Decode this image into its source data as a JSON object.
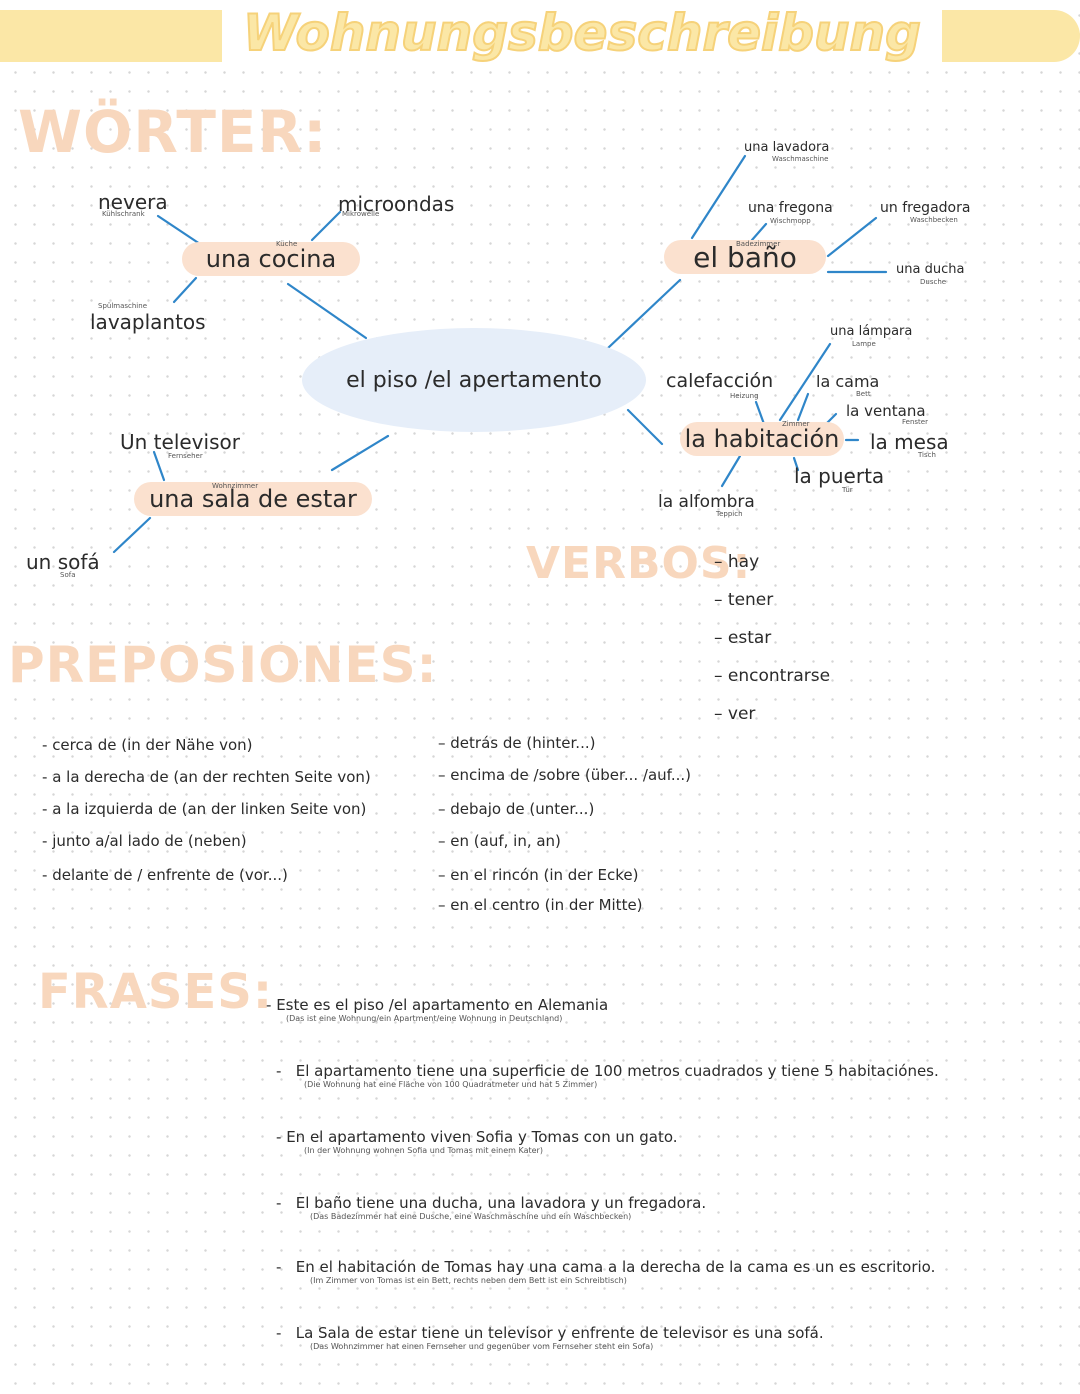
{
  "header": {
    "title": "Wohnungsbeschreibung"
  },
  "sections": {
    "woerter": "WÖRTER:",
    "verbos": "VERBOS:",
    "preposiones": "PREPOSIONES:",
    "frases": "FRASES:"
  },
  "mindmap": {
    "center": "el piso /el apertamento",
    "cocina": {
      "label": "una cocina",
      "trans": "Küche",
      "nevera": "nevera",
      "nevera_tr": "Kühlschrank",
      "microondas": "microondas",
      "microondas_tr": "Mikrowelle",
      "lavaplantos": "lavaplantos",
      "lavaplantos_tr": "Spülmaschine"
    },
    "sala": {
      "label": "una sala de estar",
      "trans": "Wohnzimmer",
      "televisor": "Un televisor",
      "televisor_tr": "Fernseher",
      "sofa": "un sofá",
      "sofa_tr": "Sofa"
    },
    "bano": {
      "label": "el baño",
      "trans": "Badezimmer",
      "lavadora": "una lavadora",
      "lavadora_tr": "Waschmaschine",
      "fregona": "una fregona",
      "fregona_tr": "Wischmopp",
      "fregadora": "un fregadora",
      "fregadora_tr": "Waschbecken",
      "ducha": "una ducha",
      "ducha_tr": "Dusche"
    },
    "habitacion": {
      "label": "la habitación",
      "trans": "Zimmer",
      "lampara": "una lámpara",
      "lampara_tr": "Lampe",
      "calefaccion": "calefacción",
      "calefaccion_tr": "Heizung",
      "cama": "la cama",
      "cama_tr": "Bett",
      "ventana": "la ventana",
      "ventana_tr": "Fenster",
      "mesa": "la mesa",
      "mesa_tr": "Tisch",
      "puerta": "la puerta",
      "puerta_tr": "Tür",
      "alfombra": "la alfombra",
      "alfombra_tr": "Teppich"
    }
  },
  "verbs": [
    "hay",
    "tener",
    "estar",
    "encontrarse",
    "ver"
  ],
  "prepositions_left": [
    "cerca de (in der Nähe von)",
    "a la derecha de (an der rechten Seite von)",
    "a la izquierda de (an der linken Seite von)",
    "junto a/al lado de (neben)",
    "delante de / enfrente de (vor...)"
  ],
  "prepositions_right": [
    "detrás de (hinter...)",
    "encima de /sobre (über... /auf...)",
    "debajo de (unter...)",
    "en (auf, in, an)",
    "en el rincón (in der Ecke)",
    "en el centro (in der Mitte)"
  ],
  "sentences": [
    {
      "es": "Este es el piso /el apartamento en Alemania",
      "de": "(Das ist eine Wohnung/ein Apartment/eine Wohnung in Deutschland)"
    },
    {
      "es": "El apartamento tiene una superficie de 100 metros cuadrados y tiene 5 habitaciónes.",
      "de": "(Die Wohnung hat eine Fläche von 100 Quadratmeter und hat 5 Zimmer)"
    },
    {
      "es": "En el apartamento viven Sofia y Tomas con un gato.",
      "de": "(In der Wohnung wohnen Sofia und Tomas mit einem Kater)"
    },
    {
      "es": "El baño tiene una ducha, una lavadora y un fregadora.",
      "de": "(Das Badezimmer hat eine Dusche, eine Waschmaschine und ein Waschbecken)"
    },
    {
      "es": "En el habitación de Tomas hay una cama a la derecha de la cama es un es escritorio.",
      "de": "(Im Zimmer von Tomas ist ein Bett, rechts neben dem Bett ist ein Schreibtisch)"
    },
    {
      "es": "La Sala de estar tiene un televisor y enfrente de televisor es una sofá.",
      "de": "(Das Wohnzimmer hat einen Fernseher und gegenüber vom Fernseher steht ein Sofa)"
    }
  ],
  "colors": {
    "accent": "#f8d7bd",
    "banner": "#fbe7a6",
    "center": "#e6eef9",
    "line": "#2f86c9"
  }
}
